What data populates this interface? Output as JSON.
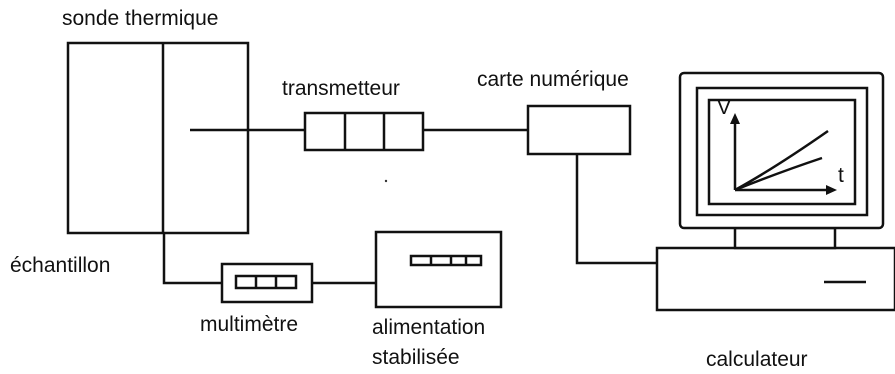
{
  "labels": {
    "probe": "sonde thermique",
    "sample": "échantillon",
    "transmitter": "transmetteur",
    "digital_card": "carte numérique",
    "multimeter": "multimètre",
    "power_supply_line1": "alimentation",
    "power_supply_line2": "stabilisée",
    "computer": "calculateur"
  },
  "screen_plot": {
    "y_axis_label": "V",
    "x_axis_label": "t"
  }
}
